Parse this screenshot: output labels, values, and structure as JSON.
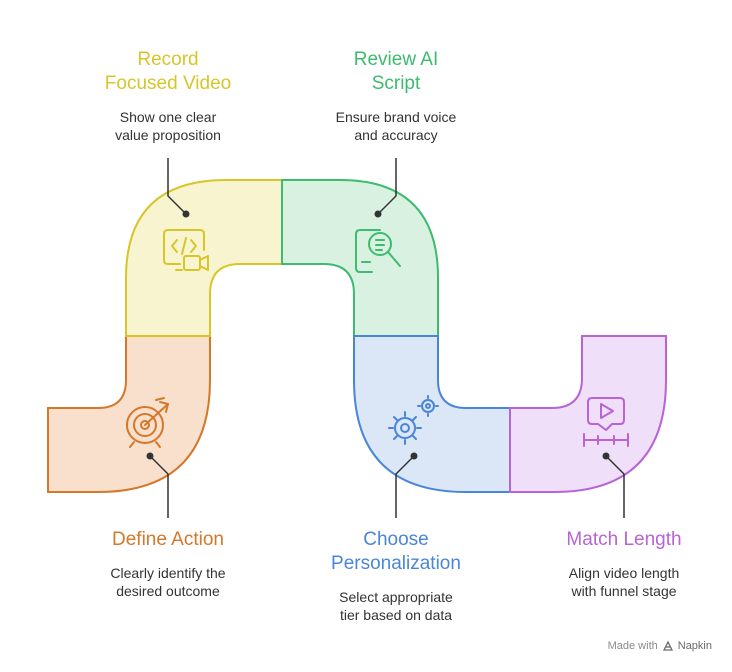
{
  "steps": [
    {
      "id": "define",
      "title": "Define Action",
      "desc_lines": [
        "Clearly identify the",
        "desired outcome"
      ],
      "color": "#d4782c",
      "fill": "#f8e0cc",
      "icon": "target-icon"
    },
    {
      "id": "record",
      "title_lines": [
        "Record",
        "Focused Video"
      ],
      "desc_lines": [
        "Show one clear",
        "value proposition"
      ],
      "color": "#d8c52a",
      "fill": "#f8f4cf",
      "icon": "code-video-icon"
    },
    {
      "id": "review",
      "title_lines": [
        "Review AI",
        "Script"
      ],
      "desc_lines": [
        "Ensure brand voice",
        "and accuracy"
      ],
      "color": "#3dbb6e",
      "fill": "#d9f1e1",
      "icon": "document-search-icon"
    },
    {
      "id": "choose",
      "title_lines": [
        "Choose",
        "Personalization"
      ],
      "desc_lines": [
        "Select appropriate",
        "tier based on data"
      ],
      "color": "#4a86d8",
      "fill": "#dbe6f7",
      "icon": "gears-icon"
    },
    {
      "id": "match",
      "title": "Match Length",
      "desc_lines": [
        "Align video length",
        "with funnel stage"
      ],
      "color": "#b863d8",
      "fill": "#efdff8",
      "icon": "video-length-icon"
    }
  ],
  "footer": {
    "made_with": "Made with",
    "brand": "Napkin"
  }
}
